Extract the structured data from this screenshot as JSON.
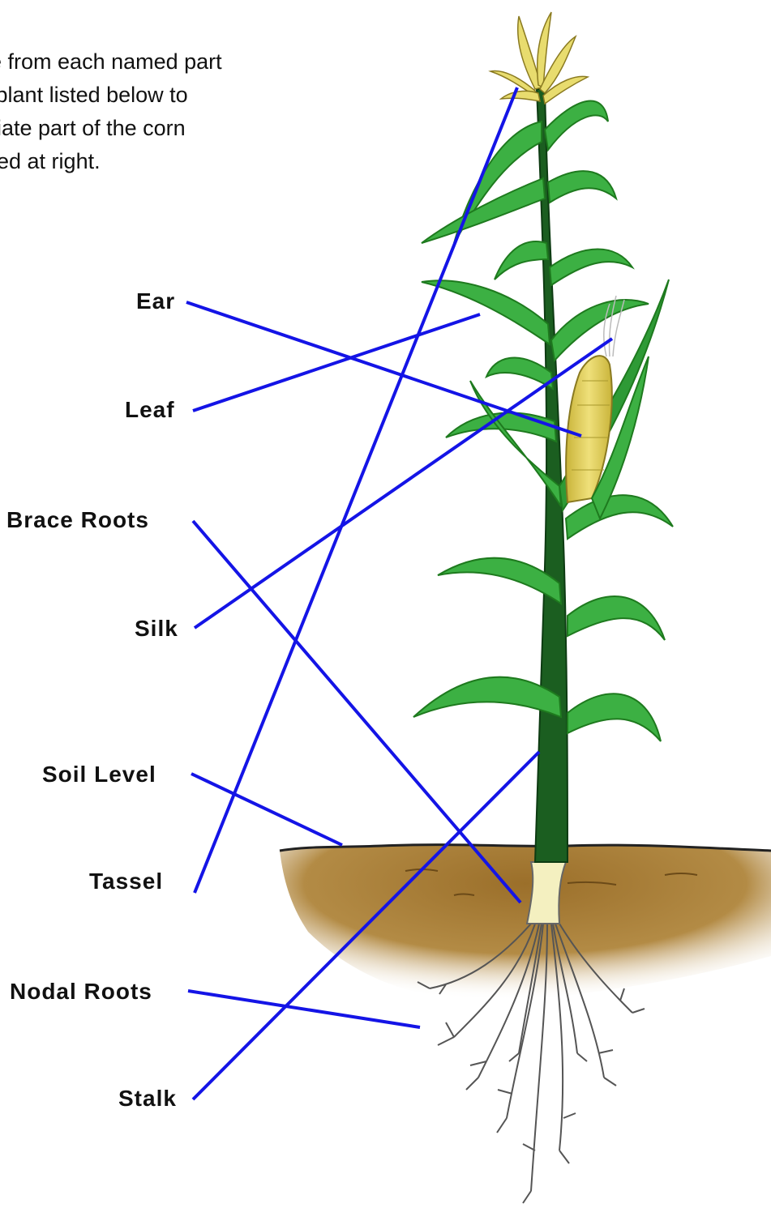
{
  "instructions": "ne from each named part\nn plant listed below to\npriate part of the corn\nured at right.",
  "labels": {
    "ear": "Ear",
    "leaf": "Leaf",
    "brace_roots": "Brace Roots",
    "silk": "Silk",
    "soil_level": "Soil Level",
    "tassel": "Tassel",
    "nodal_roots": "Nodal Roots",
    "stalk": "Stalk"
  },
  "colors": {
    "connector": "#1414e6",
    "stalk": "#1b5e20",
    "leaf": "#3cb043",
    "leaf_dark": "#1e7a1e",
    "soil": "#a77b32",
    "ear": "#e3d25a",
    "roots": "#555555"
  }
}
